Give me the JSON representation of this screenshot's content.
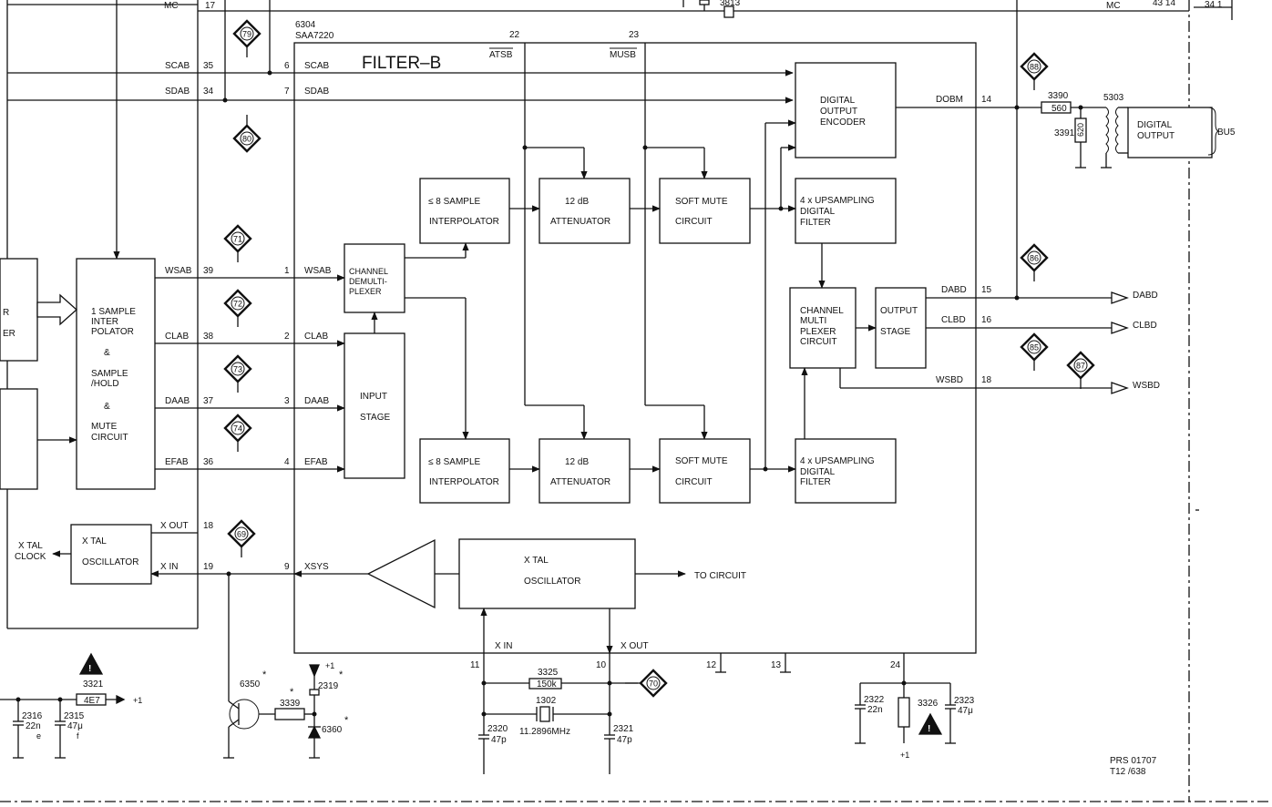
{
  "ic": {
    "ref": "6304",
    "type": "SAA7220",
    "name": "FILTER–B",
    "pin_atsb": "22",
    "pin_musb": "23",
    "atsb": "ATSB",
    "musb": "MUSB"
  },
  "signals": {
    "mc": "MC",
    "mc_pin": "17",
    "mc_right": "MC",
    "mc_right_pins": "43 14",
    "top_right_pins": "34 1",
    "scab": "SCAB",
    "scab_p1": "35",
    "scab_p2": "6",
    "sdab": "SDAB",
    "sdab_p1": "34",
    "sdab_p2": "7",
    "wsab": "WSAB",
    "wsab_p1": "39",
    "wsab_p2": "1",
    "clab": "CLAB",
    "clab_p1": "38",
    "clab_p2": "2",
    "daab": "DAAB",
    "daab_p1": "37",
    "daab_p2": "3",
    "efab": "EFAB",
    "efab_p1": "36",
    "efab_p2": "4",
    "xsys": "XSYS",
    "xsys_pin": "9",
    "dobm": "DOBM",
    "dobm_pin": "14",
    "dabd": "DABD",
    "dabd_pin": "15",
    "dabd_out": "DABD",
    "clbd": "CLBD",
    "clbd_pin": "16",
    "clbd_out": "CLBD",
    "wsbd": "WSBD",
    "wsbd_pin": "18",
    "wsbd_out": "WSBD"
  },
  "blocks": {
    "interp1": [
      "≤ 8 SAMPLE",
      "INTERPOLATOR"
    ],
    "atten1": [
      "12 dB",
      "ATTENUATOR"
    ],
    "mute1": [
      "SOFT MUTE",
      "CIRCUIT"
    ],
    "doenc": [
      "DIGITAL",
      "OUTPUT",
      "ENCODER"
    ],
    "ups1": [
      "4 x UPSAMPLING",
      "DIGITAL",
      "FILTER"
    ],
    "demux": [
      "CHANNEL",
      "DEMULTI-",
      "PLEXER"
    ],
    "input": [
      "INPUT",
      "STAGE"
    ],
    "mux": [
      "CHANNEL",
      "MULTI",
      "PLEXER",
      "CIRCUIT"
    ],
    "outstage": [
      "OUTPUT",
      "STAGE"
    ],
    "interp2": [
      "≤ 8 SAMPLE",
      "INTERPOLATOR"
    ],
    "atten2": [
      "12 dB",
      "ATTENUATOR"
    ],
    "mute2": [
      "SOFT MUTE",
      "CIRCUIT"
    ],
    "ups2": [
      "4 x UPSAMPLING",
      "DIGITAL",
      "FILTER"
    ],
    "xtal_int": [
      "X TAL",
      "OSCILLATOR"
    ],
    "to_circuit": "TO CIRCUIT",
    "left_block": [
      "1 SAMPLE",
      "INTER",
      "POLATOR",
      "&",
      "SAMPLE",
      "/HOLD",
      "&",
      "MUTE",
      "CIRCUIT"
    ],
    "left_xtal": [
      "X TAL",
      "OSCILLATOR"
    ],
    "xtal_clock": [
      "X TAL",
      "CLOCK"
    ],
    "x_out": "X OUT",
    "x_out_pin": "18",
    "x_in": "X IN",
    "x_in_pin": "19",
    "digital_output": [
      "DIGITAL",
      "OUTPUT"
    ],
    "bu5": "BU5",
    "cut_top": "R",
    "cut_bottom": "ER"
  },
  "bottom": {
    "x_in": "X IN",
    "x_out": "X OUT",
    "pin11": "11",
    "pin10": "10",
    "pin12": "12",
    "pin13": "13",
    "pin24": "24"
  },
  "testpoints": [
    "79",
    "80",
    "71",
    "72",
    "73",
    "74",
    "69",
    "70",
    "88",
    "86",
    "85",
    "87"
  ],
  "components": {
    "r3813": "3813",
    "r3390": "3390",
    "r3390_val": "560",
    "r3391": "3391",
    "r3391_val": "620",
    "t5303": "5303",
    "r3325": "3325",
    "r3325_val": "150k",
    "x1302": "1302",
    "x1302_val": "11.2896MHz",
    "c2320": "2320",
    "c2320_val": "47p",
    "c2321": "2321",
    "c2321_val": "47p",
    "c2322": "2322",
    "c2322_val": "22n",
    "c2323": "2323",
    "c2323_val": "47μ",
    "r3326": "3326",
    "c2316": "2316",
    "c2316_val": "22n",
    "c2315": "2315",
    "c2315_val": "47μ",
    "r3321": "3321",
    "r3321_val": "4E7",
    "q6350": "6350",
    "r3339": "3339",
    "c2319": "2319",
    "d6360": "6360",
    "plus1": "+1",
    "star": "*",
    "mark_e": "e",
    "mark_f": "f"
  },
  "footer": {
    "ref1": "PRS 01707",
    "ref2": "T12  /638"
  }
}
